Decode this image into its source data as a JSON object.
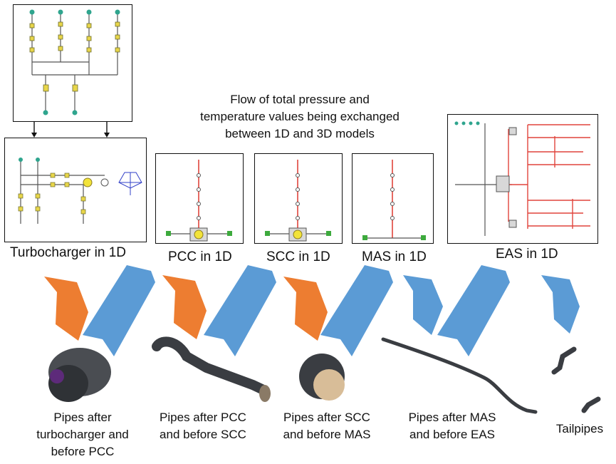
{
  "header_note": {
    "lines": [
      "Flow of total pressure and",
      "temperature values being exchanged",
      "between 1D and 3D models"
    ]
  },
  "models": [
    {
      "label": "Turbocharger in 1D"
    },
    {
      "label": "PCC in 1D"
    },
    {
      "label": "SCC in 1D"
    },
    {
      "label": "MAS in 1D"
    },
    {
      "label": "EAS in 1D"
    }
  ],
  "pipes": [
    {
      "lines": [
        "Pipes after",
        "turbocharger and",
        "before PCC"
      ]
    },
    {
      "lines": [
        "Pipes after PCC",
        "and before SCC"
      ]
    },
    {
      "lines": [
        "Pipes after SCC",
        "and before MAS"
      ]
    },
    {
      "lines": [
        "Pipes after MAS",
        "and before EAS"
      ]
    },
    {
      "lines": [
        "Tailpipes"
      ]
    }
  ],
  "colors": {
    "orange_arrow": "#ED7D31",
    "blue_arrow": "#5B9BD5",
    "red_line": "#E0443C",
    "pipe_dark": "#3a3d42",
    "component_yellow": "#F2E33A",
    "node_teal": "#2FA58E",
    "node_green": "#3DAA3D"
  }
}
